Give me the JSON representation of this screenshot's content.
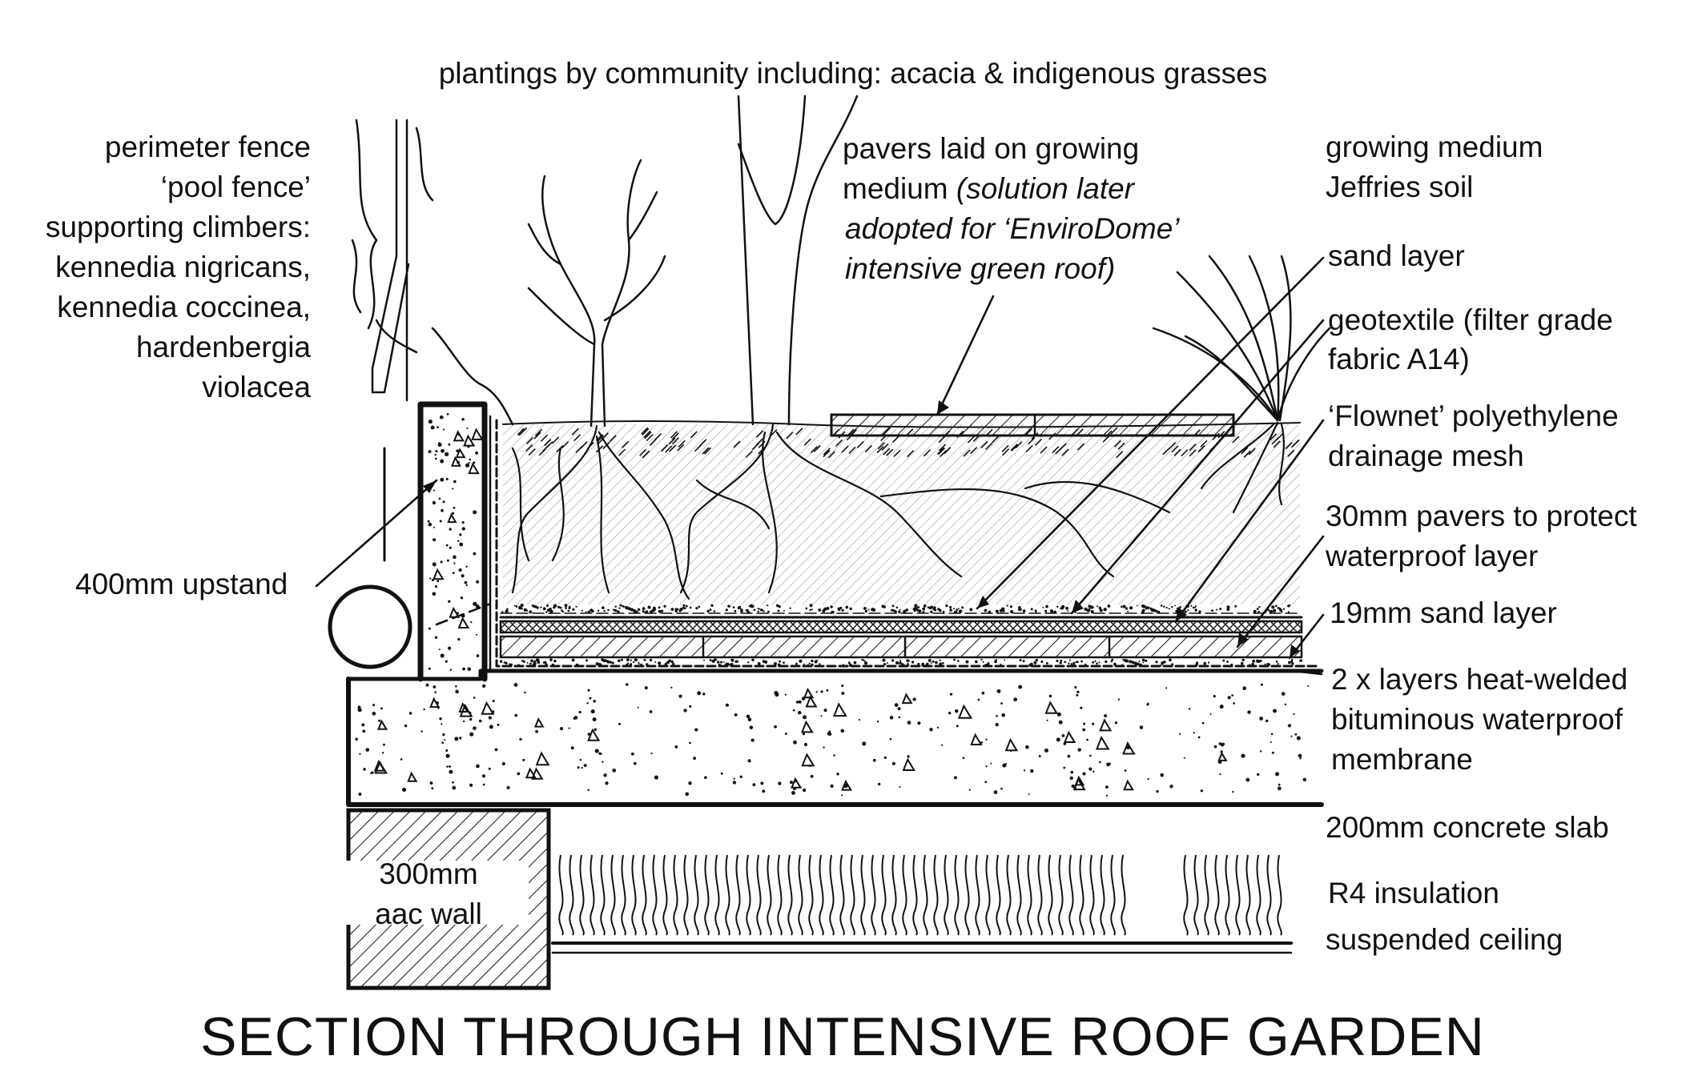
{
  "title": "SECTION THROUGH INTENSIVE ROOF GARDEN",
  "top_note": "plantings by community including: acacia & indigenous grasses",
  "left_labels": {
    "fence": [
      "perimeter fence",
      "‘pool fence’",
      "supporting climbers:",
      "kennedia nigricans,",
      "kennedia coccinea,",
      "hardenbergia",
      "violacea"
    ],
    "upstand": "400mm upstand"
  },
  "center_labels": {
    "pavers_line1": "pavers laid on growing",
    "pavers_line2_normal": "medium ",
    "pavers_line2_italic": "(solution later",
    "pavers_line3": "adopted for ‘EnviroDome’",
    "pavers_line4": "intensive green roof)",
    "wall_line1": "300mm",
    "wall_line2": "aac wall"
  },
  "right_labels": {
    "growing_medium": [
      "growing medium",
      "Jeffries soil"
    ],
    "sand_layer": "sand layer",
    "geotextile": [
      "geotextile (filter grade",
      "fabric A14)"
    ],
    "flownet": [
      "‘Flownet’ polyethylene",
      "drainage mesh"
    ],
    "protect_pavers": [
      "30mm pavers to protect",
      "waterproof layer"
    ],
    "sand_19": "19mm sand layer",
    "membrane": [
      "2 x layers heat-welded",
      "bituminous waterproof",
      "membrane"
    ],
    "slab": "200mm concrete slab",
    "insulation": "R4 insulation",
    "ceiling": "suspended ceiling"
  },
  "colors": {
    "ink": "#111111",
    "background": "#ffffff"
  }
}
